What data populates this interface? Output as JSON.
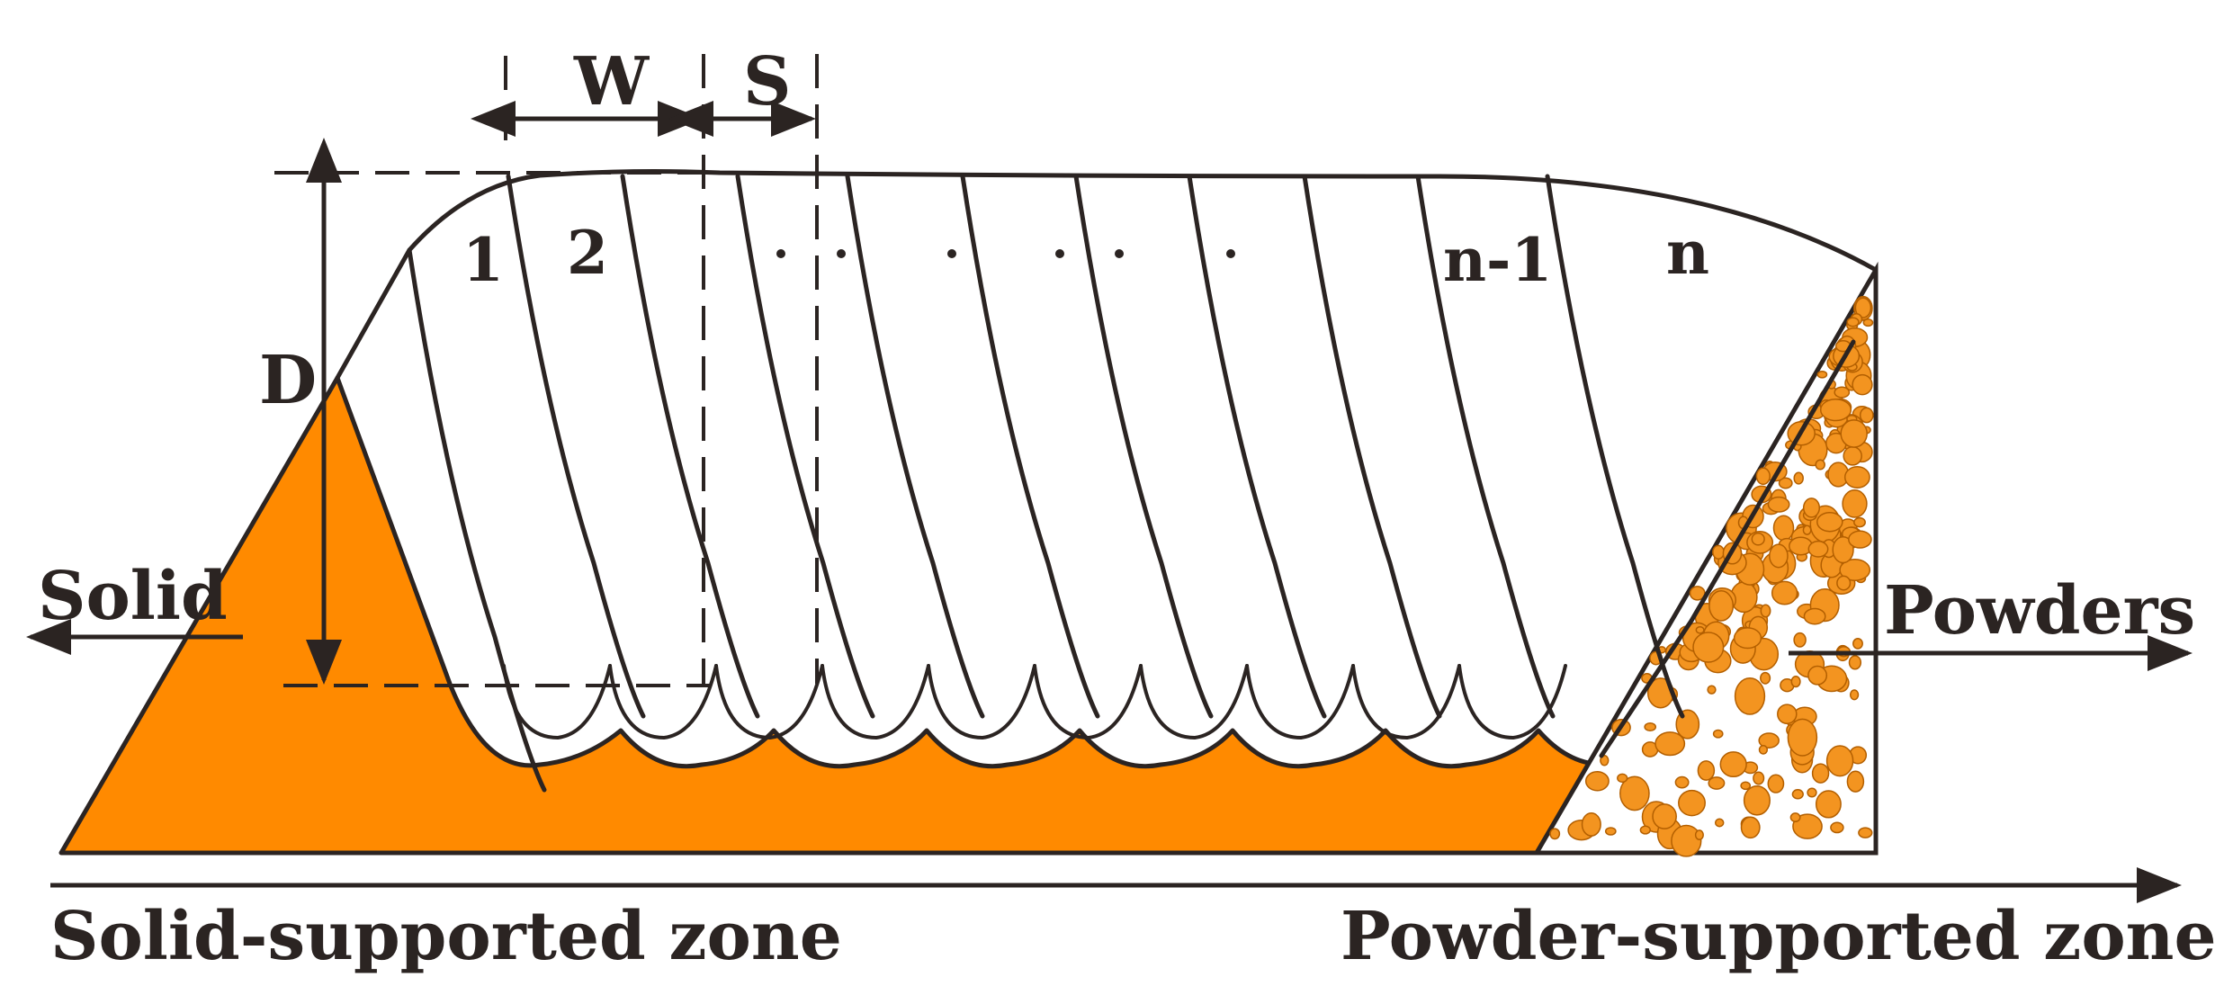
{
  "labels": {
    "width": "W",
    "spacing": "S",
    "depth": "D",
    "track_1": "1",
    "track_2": "2",
    "dots": ". . . . . . .",
    "track_n_minus_1": "n-1",
    "track_n": "n",
    "solid": "Solid",
    "powders": "Powders",
    "solid_zone": "Solid-supported zone",
    "powder_zone": "Powder-supported zone"
  },
  "colors": {
    "solid_fill": "#FF8A00",
    "powder_fill": "#F39420",
    "ink": "#2b2422",
    "background": "#ffffff"
  },
  "track_count_label": "n"
}
